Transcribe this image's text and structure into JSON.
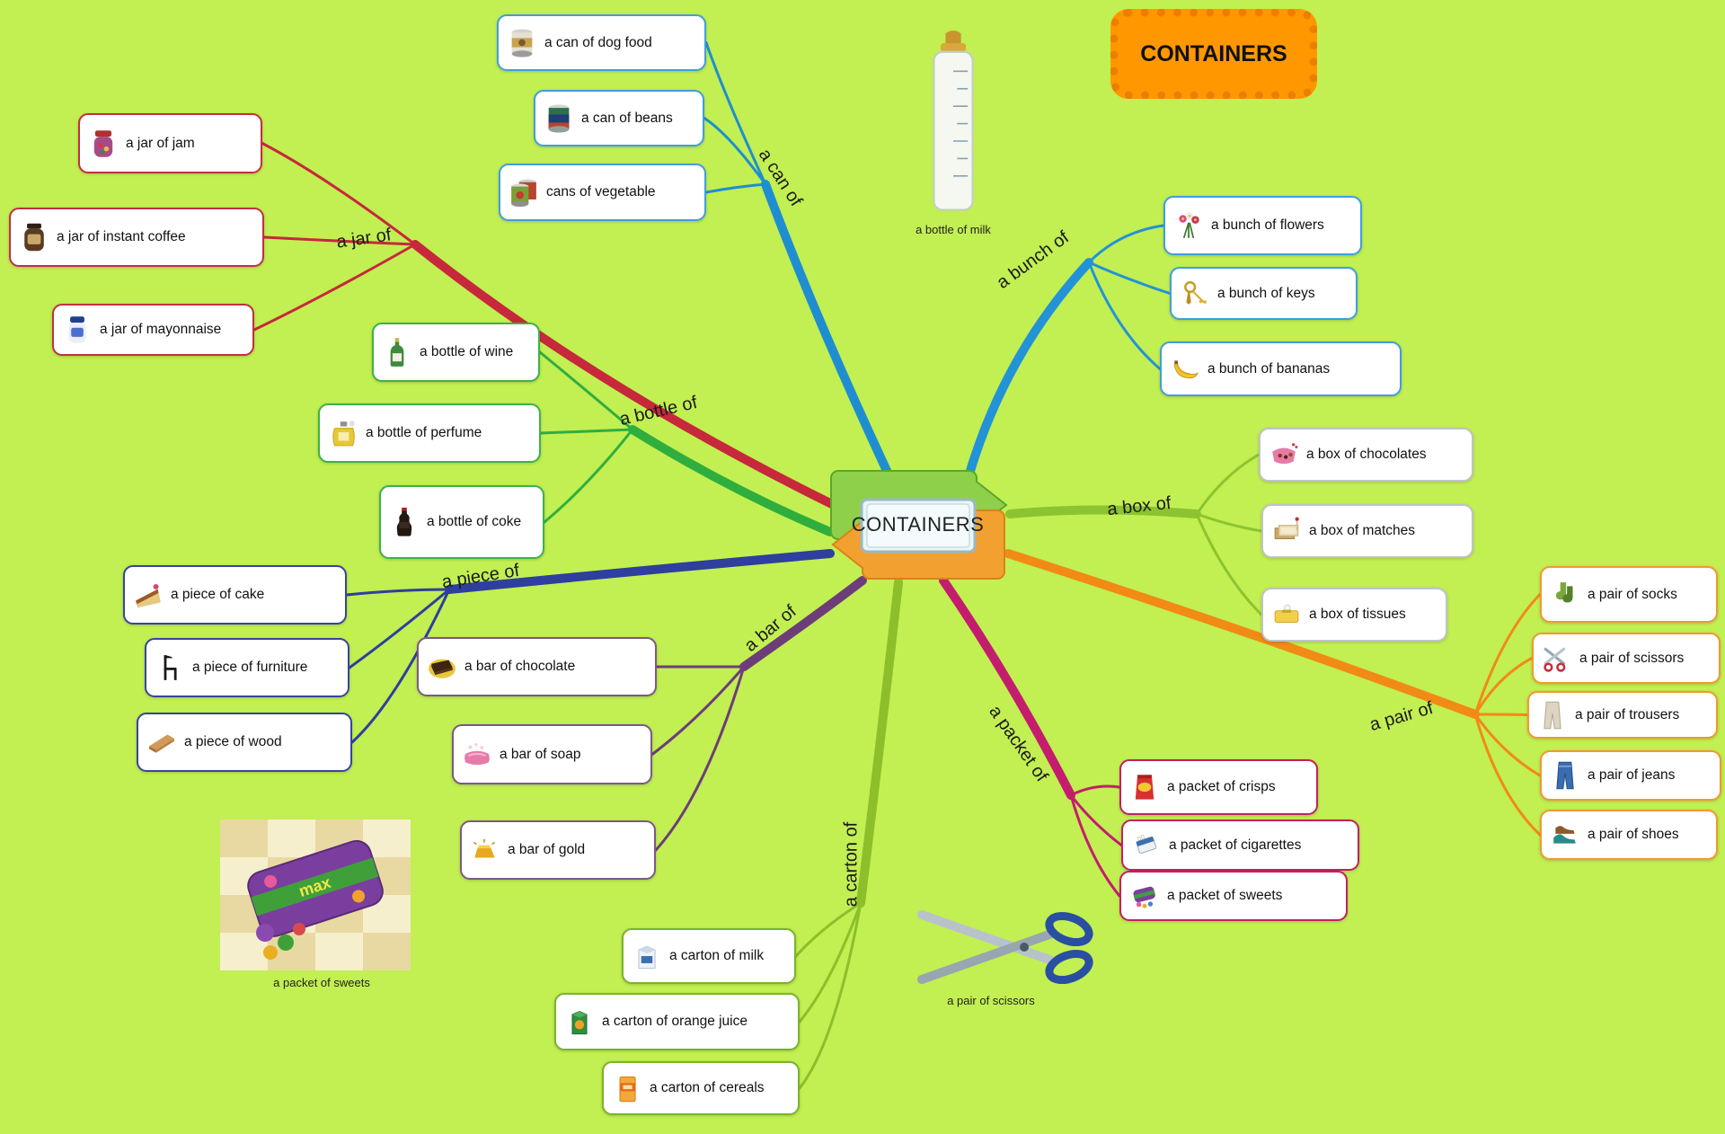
{
  "background_color": "#c2ef52",
  "badge": {
    "label": "CONTAINERS",
    "color": "#ff9800"
  },
  "center": {
    "label": "CONTAINERS"
  },
  "branches": [
    {
      "id": "can",
      "label": "a can of",
      "color": "#1f8ed0",
      "node_border": "#3f9ede",
      "items": [
        {
          "label": "a can of dog food",
          "icon": "dog-food-can-icon"
        },
        {
          "label": "a can of beans",
          "icon": "baked-beans-can-icon"
        },
        {
          "label": "cans of vegetable",
          "icon": "vegetable-cans-icon"
        }
      ]
    },
    {
      "id": "jar",
      "label": "a jar of",
      "color": "#c7283c",
      "node_border": "#c23040",
      "items": [
        {
          "label": "a jar of jam",
          "icon": "jam-jar-icon"
        },
        {
          "label": "a jar of instant coffee",
          "icon": "coffee-jar-icon"
        },
        {
          "label": "a jar of mayonnaise",
          "icon": "mayonnaise-jar-icon"
        }
      ]
    },
    {
      "id": "bottle",
      "label": "a bottle of",
      "color": "#2fae3e",
      "node_border": "#3cb24a",
      "items": [
        {
          "label": "a bottle of wine",
          "icon": "wine-bottle-icon"
        },
        {
          "label": "a bottle of perfume",
          "icon": "perfume-bottle-icon"
        },
        {
          "label": "a bottle of coke",
          "icon": "coke-bottle-icon"
        }
      ]
    },
    {
      "id": "piece",
      "label": "a piece of",
      "color": "#2e3f9e",
      "node_border": "#36459e",
      "items": [
        {
          "label": "a piece of cake",
          "icon": "cake-slice-icon"
        },
        {
          "label": "a piece of furniture",
          "icon": "chair-icon"
        },
        {
          "label": "a piece of wood",
          "icon": "wood-plank-icon"
        }
      ]
    },
    {
      "id": "bar",
      "label": "a bar of",
      "color": "#6d3d7a",
      "node_border": "#7a5a84",
      "items": [
        {
          "label": "a bar of chocolate",
          "icon": "chocolate-bar-icon"
        },
        {
          "label": "a bar of soap",
          "icon": "soap-bar-icon"
        },
        {
          "label": "a bar of gold",
          "icon": "gold-bar-icon"
        }
      ]
    },
    {
      "id": "carton",
      "label": "a carton of",
      "color": "#8cbf2a",
      "node_border": "#79b42c",
      "items": [
        {
          "label": "a carton of milk",
          "icon": "milk-carton-icon"
        },
        {
          "label": "a carton of orange juice",
          "icon": "orange-juice-carton-icon"
        },
        {
          "label": "a carton of cereals",
          "icon": "cereal-carton-icon"
        }
      ]
    },
    {
      "id": "packet",
      "label": "a packet of",
      "color": "#c41d6e",
      "node_border": "#c22060",
      "items": [
        {
          "label": "a packet of crisps",
          "icon": "crisps-packet-icon"
        },
        {
          "label": "a packet of cigarettes",
          "icon": "cigarettes-packet-icon"
        },
        {
          "label": "a packet of sweets",
          "icon": "sweets-packet-icon"
        }
      ]
    },
    {
      "id": "pair",
      "label": "a pair of",
      "color": "#f28a16",
      "node_border": "#f2992e",
      "items": [
        {
          "label": "a pair of socks",
          "icon": "socks-icon"
        },
        {
          "label": "a pair of scissors",
          "icon": "scissors-icon"
        },
        {
          "label": "a pair of trousers",
          "icon": "trousers-icon"
        },
        {
          "label": "a pair of jeans",
          "icon": "jeans-icon"
        },
        {
          "label": "a pair of shoes",
          "icon": "shoes-icon"
        }
      ]
    },
    {
      "id": "box",
      "label": "a box of",
      "color": "#8cc431",
      "node_border": "#bfc3c7",
      "items": [
        {
          "label": "a box of chocolates",
          "icon": "chocolates-box-icon"
        },
        {
          "label": "a box of matches",
          "icon": "matches-box-icon"
        },
        {
          "label": "a box of tissues",
          "icon": "tissues-box-icon"
        }
      ]
    },
    {
      "id": "bunch",
      "label": "a bunch of",
      "color": "#2293d6",
      "node_border": "#3f9ede",
      "items": [
        {
          "label": "a bunch of flowers",
          "icon": "flowers-bunch-icon"
        },
        {
          "label": "a bunch of keys",
          "icon": "keys-bunch-icon"
        },
        {
          "label": "a bunch of bananas",
          "icon": "bananas-bunch-icon"
        }
      ]
    }
  ],
  "floating_images": [
    {
      "id": "milk-bottle",
      "caption": "a bottle of milk",
      "icon": "baby-milk-bottle-image"
    },
    {
      "id": "sweets-packet",
      "caption": "a packet of sweets",
      "icon": "sweets-packet-image",
      "packet_text": "max"
    },
    {
      "id": "scissors",
      "caption": "a pair of scissors",
      "icon": "scissors-image"
    }
  ]
}
